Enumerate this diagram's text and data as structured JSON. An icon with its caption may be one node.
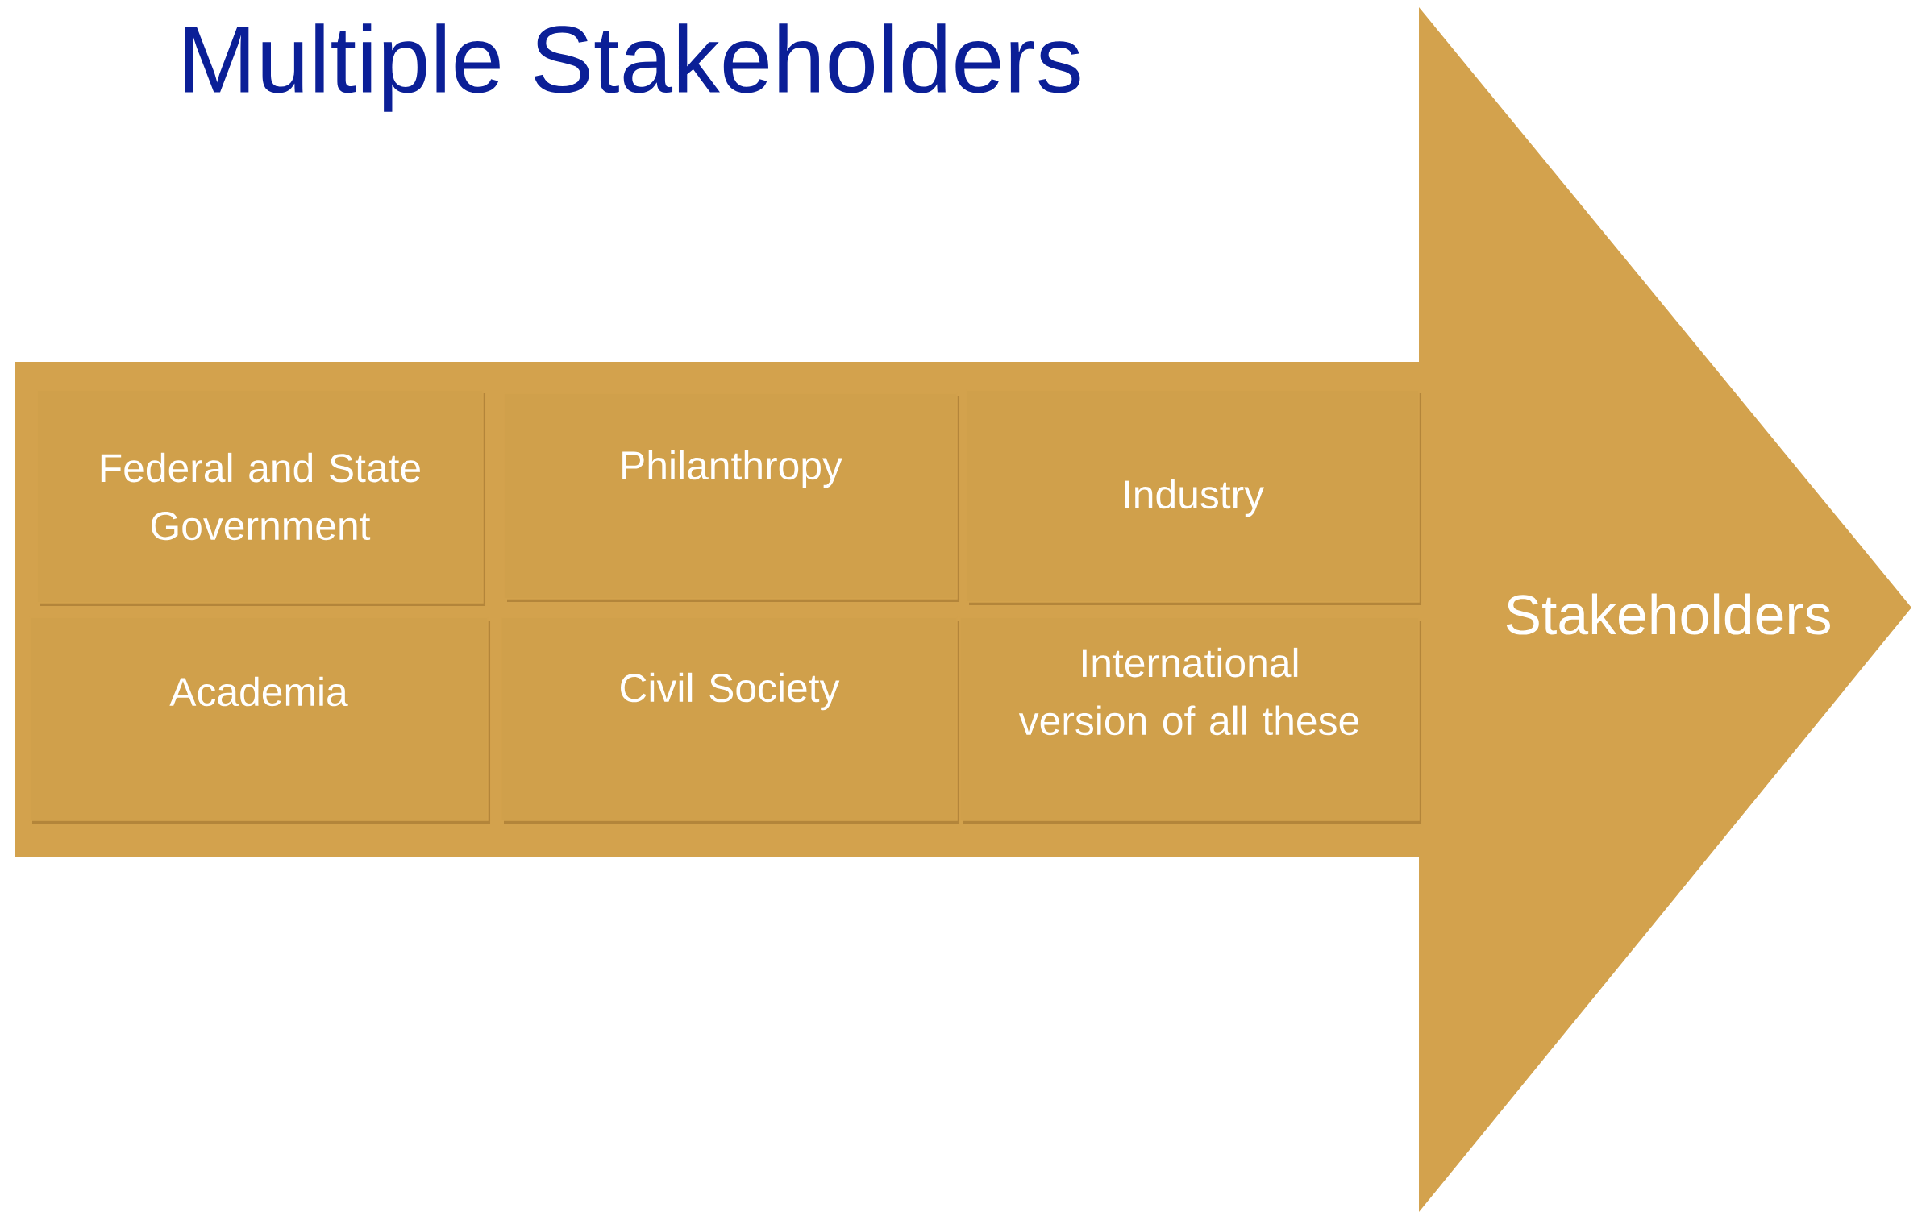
{
  "diagram": {
    "title": "Multiple Stakeholders",
    "nodes": [
      {
        "text": [
          "Stakeholders"
        ]
      },
      {
        "text": [
          "Federal and State Government"
        ],
        "in": 0
      },
      {
        "text": [
          "Philanthropy"
        ],
        "in": 0
      },
      {
        "text": [
          "Industry"
        ],
        "in": 0
      },
      {
        "text": [
          "Academia"
        ],
        "in": 0
      },
      {
        "text": [
          "Civil Society"
        ],
        "in": 0
      },
      {
        "text": [
          "International version of all these"
        ],
        "in": 0
      }
    ],
    "edges": []
  }
}
